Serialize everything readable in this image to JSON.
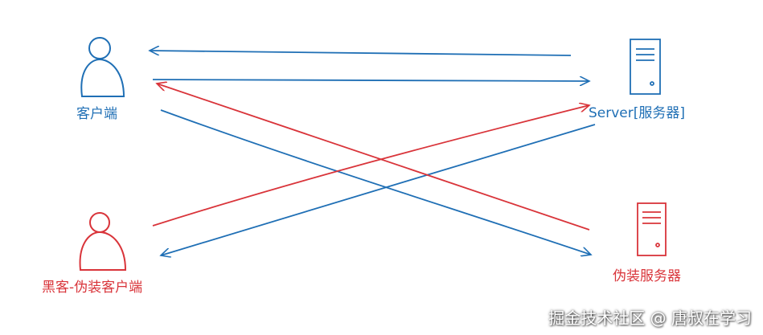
{
  "nodes": {
    "client": {
      "label": "客户端",
      "icon": "person-icon",
      "color": "#1f6fb5"
    },
    "server": {
      "label": "Server[服务器]",
      "icon": "server-icon",
      "color": "#1f6fb5"
    },
    "hacker_client": {
      "label": "黑客-伪装客户端",
      "icon": "person-icon",
      "color": "#d9343a"
    },
    "fake_server": {
      "label": "伪装服务器",
      "icon": "server-icon",
      "color": "#d9343a"
    }
  },
  "watermark": "掘金技术社区 @ 唐叔在学习"
}
